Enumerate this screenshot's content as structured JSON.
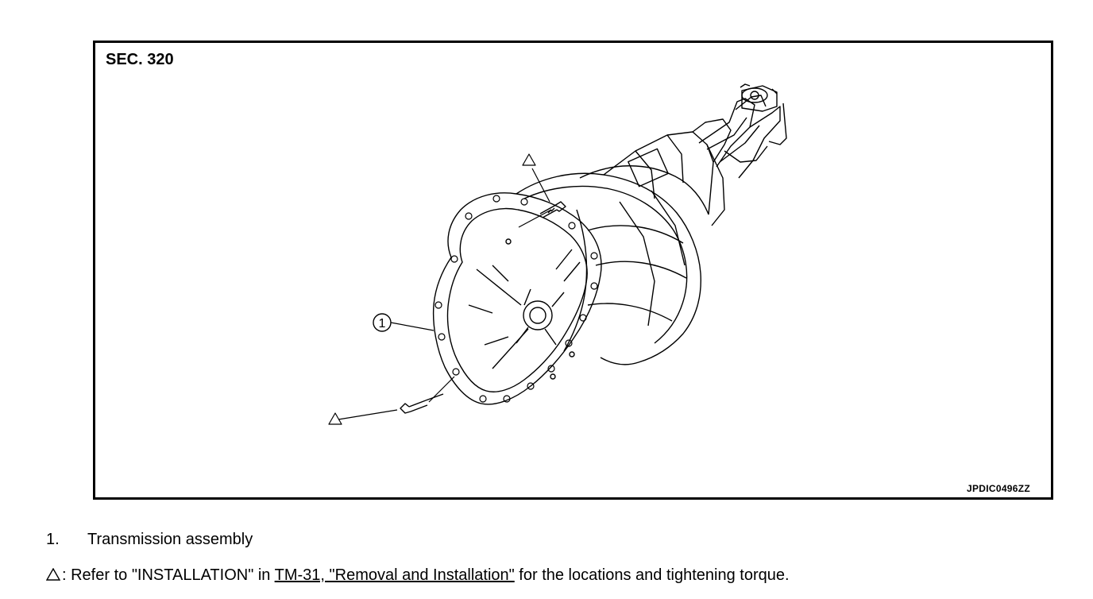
{
  "figure": {
    "section": "SEC. 320",
    "code": "JPDIC0496ZZ",
    "callout": "1"
  },
  "legend": {
    "items": [
      {
        "number": "1.",
        "label": "Transmission assembly"
      }
    ]
  },
  "note": {
    "prefix": ": Refer to \"INSTALLATION\" in ",
    "link": "TM-31, \"Removal and Installation\"",
    "suffix": " for the locations and tightening torque."
  }
}
